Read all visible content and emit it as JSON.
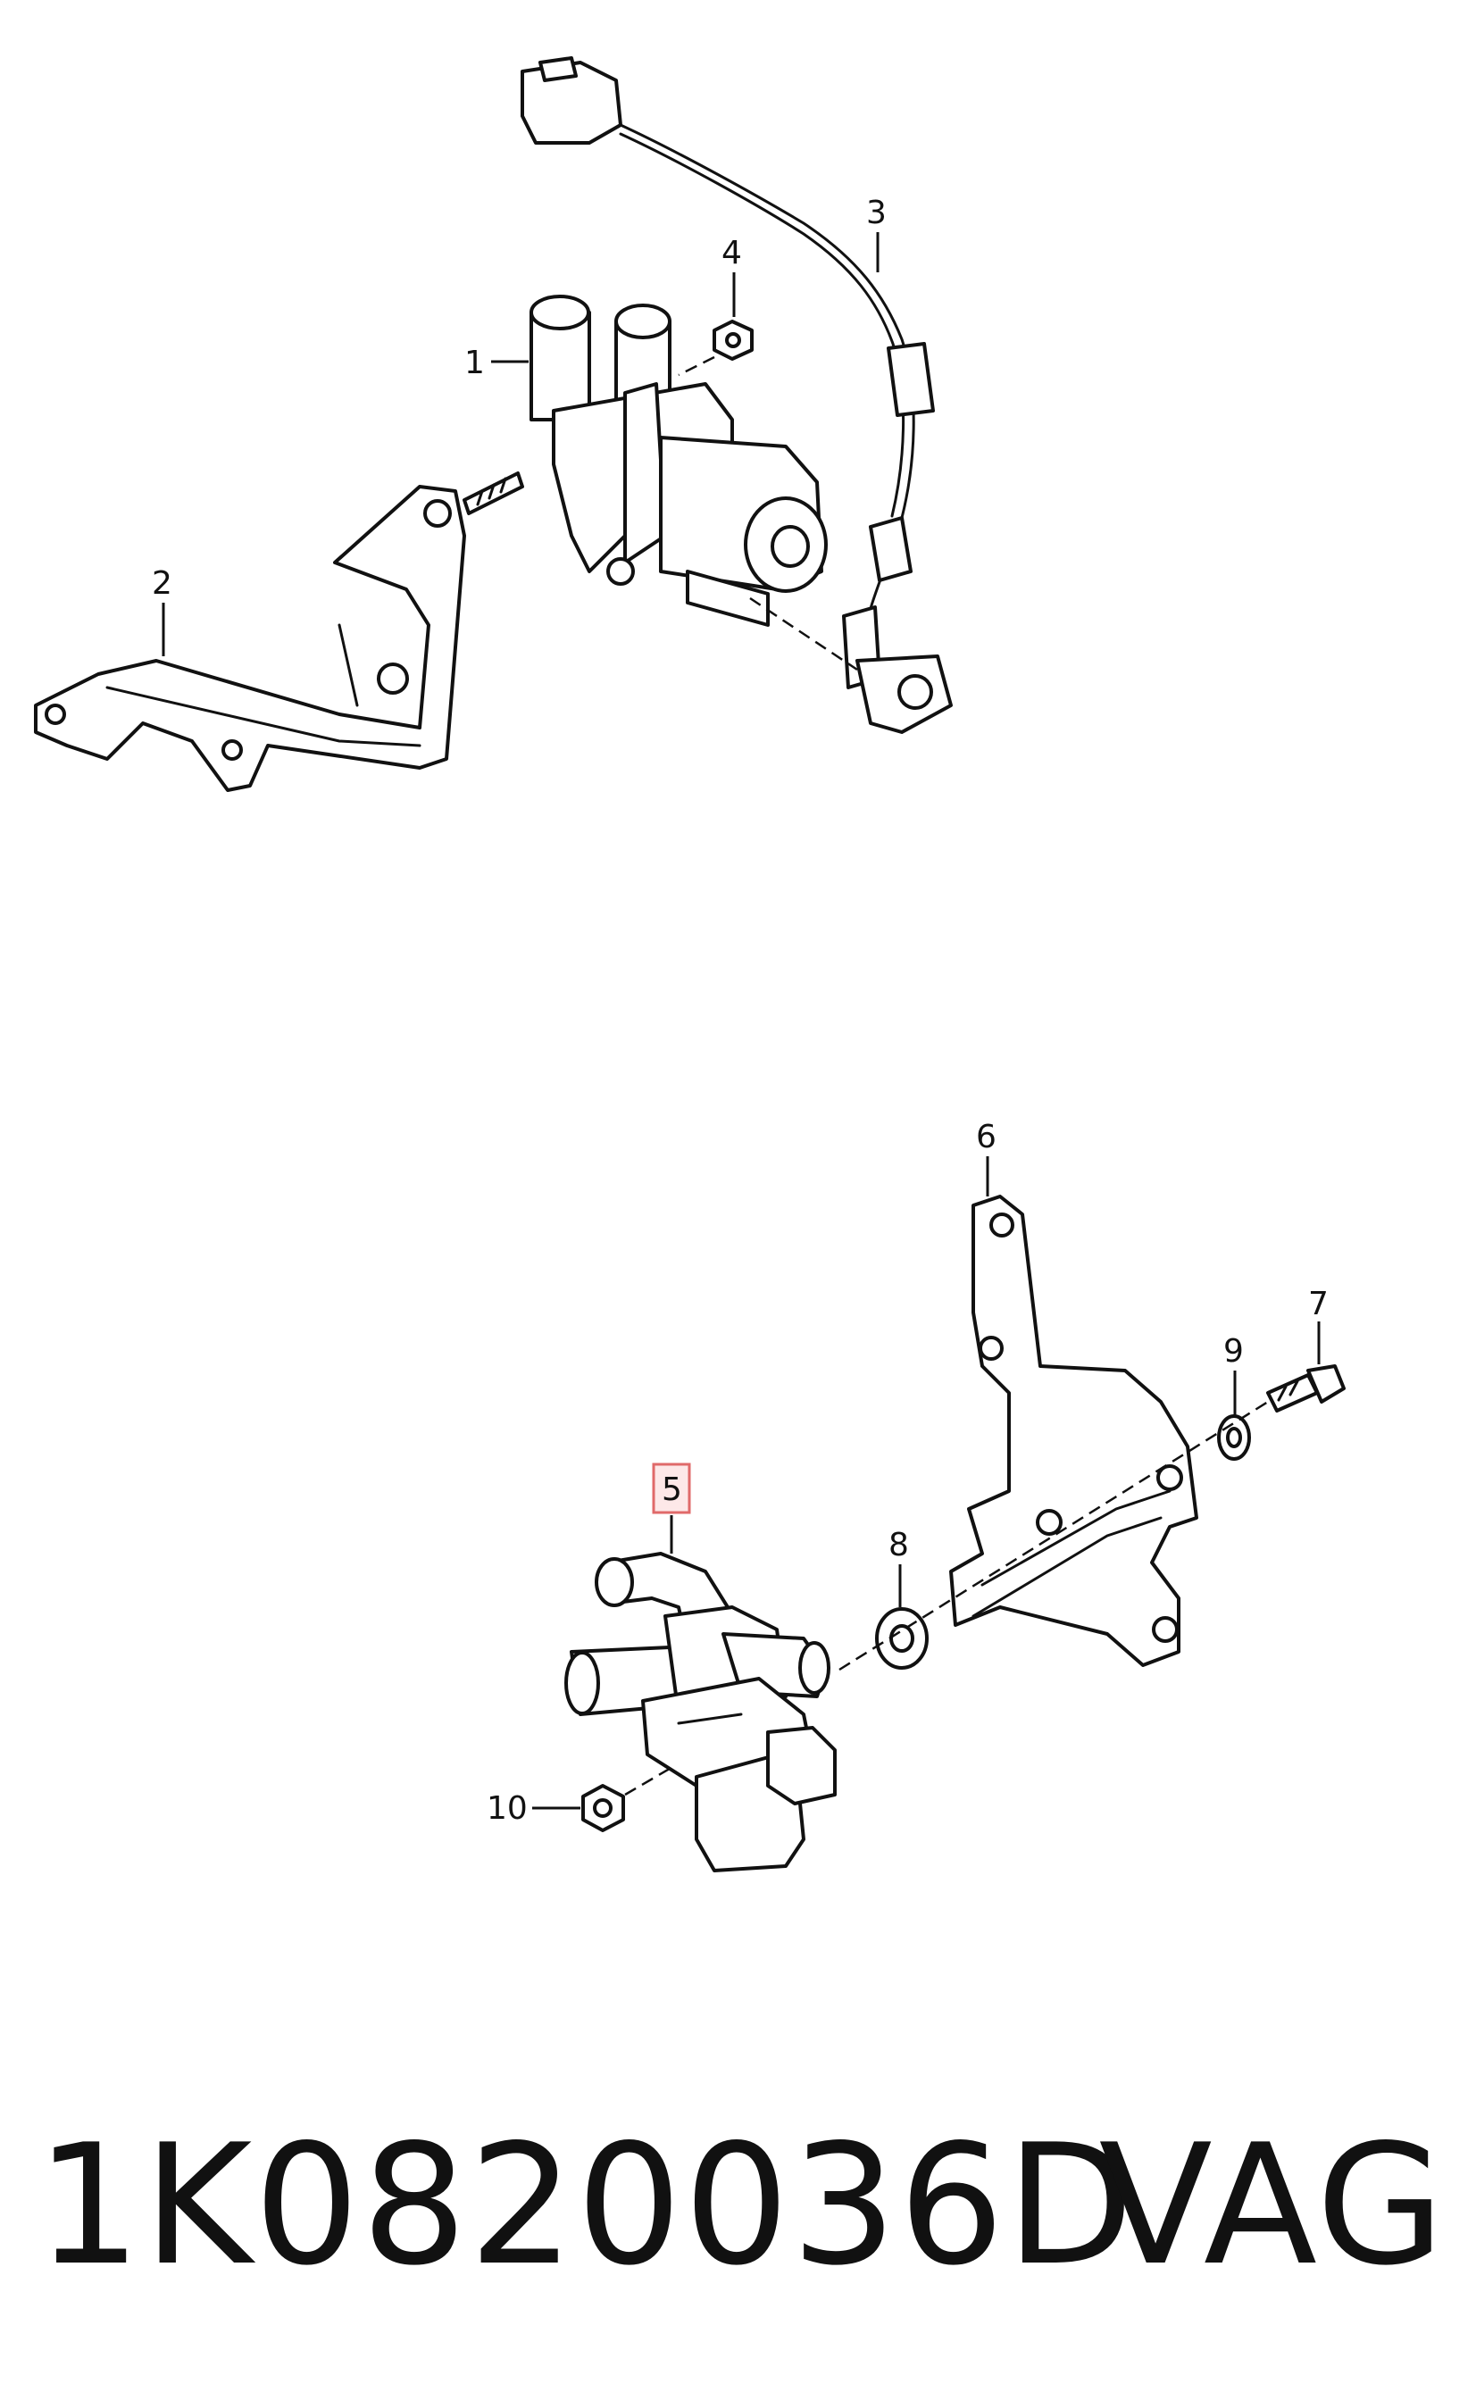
{
  "callouts": {
    "c1": "1",
    "c2": "2",
    "c3": "3",
    "c4": "4",
    "c5": "5",
    "c6": "6",
    "c7": "7",
    "c8": "8",
    "c9": "9",
    "c10": "10"
  },
  "highlighted_callout": "5",
  "caption": {
    "part_number": "1K0820036D",
    "brand": "VAG"
  },
  "colors": {
    "line": "#111111",
    "highlight_fill": "#fde8e8",
    "highlight_stroke": "#e06a6a"
  }
}
